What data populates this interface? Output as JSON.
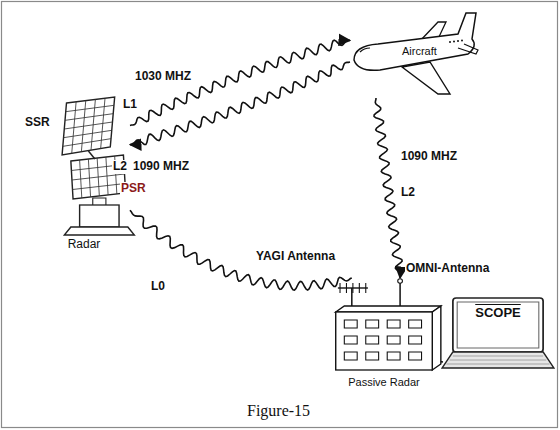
{
  "diagram": {
    "caption": "Figure-15",
    "nodes": [
      {
        "text": [
          "Radar"
        ]
      },
      {
        "text": [
          "Aircraft"
        ]
      },
      {
        "text": [
          "Passive Radar"
        ]
      },
      {
        "text": [
          "SCOPE"
        ]
      }
    ],
    "edges": [
      {
        "from": 0,
        "to": 1,
        "label": "1030 MHZ",
        "arrow": "to"
      },
      {
        "from": 1,
        "to": 0,
        "label": "1090 MHZ",
        "arrow": "to"
      },
      {
        "from": 1,
        "to": 2,
        "label": "1090 MHZ",
        "arrow": "to"
      },
      {
        "from": 0,
        "to": 2,
        "label": "L0",
        "arrow": "none"
      },
      {
        "from": 2,
        "to": 3,
        "arrow": "none"
      }
    ],
    "labels": [
      "SSR",
      "PSR",
      "L1",
      "L2",
      "L2",
      "YAGI Antenna",
      "OMNI-Antenna"
    ]
  }
}
